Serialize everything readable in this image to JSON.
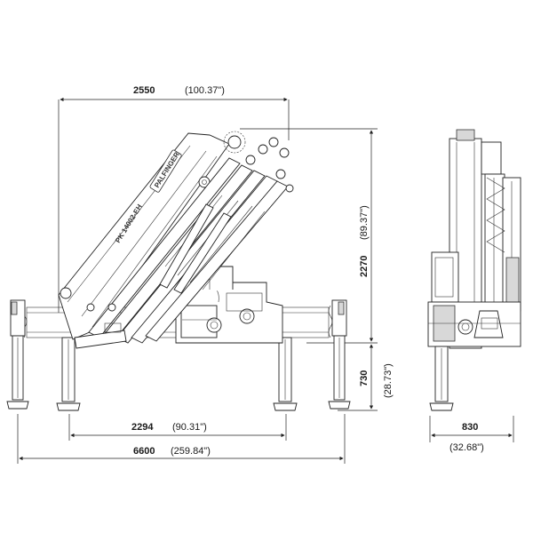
{
  "dimensions": {
    "top_width": {
      "value": "2550",
      "inch": "(100.37\")"
    },
    "height_boom": {
      "value": "2270",
      "inch": "(89.37\")"
    },
    "height_base": {
      "value": "730",
      "inch": "(28.73\")"
    },
    "inner_stab": {
      "value": "2294",
      "inch": "(90.31\")"
    },
    "outer_stab": {
      "value": "6600",
      "inch": "(259.84\")"
    },
    "side_width": {
      "value": "830",
      "inch": "(32.68\")"
    }
  },
  "labels": {
    "model": "PK 14002-EH",
    "brand": "PALFINGER"
  },
  "colors": {
    "line": "#222222",
    "fill": "#ffffff",
    "shade": "#d8d8d8"
  }
}
